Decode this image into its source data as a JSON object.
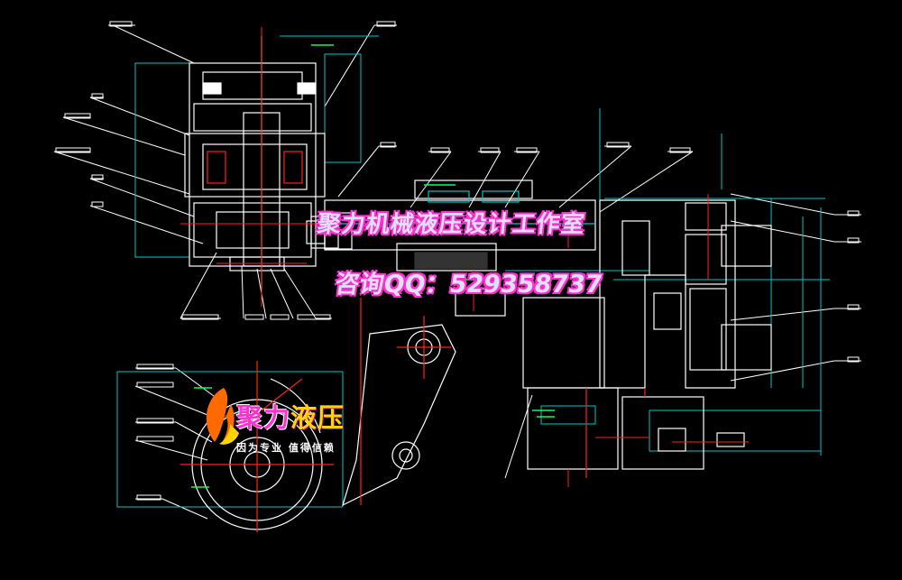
{
  "watermark": {
    "line1": "聚力机械液压设计工作室",
    "line2": "咨询QQ：529358737"
  },
  "logo": {
    "name_part1": "聚力",
    "name_part2": "液压",
    "slogan": "因为专业 值得信赖"
  },
  "colors": {
    "background": "#000000",
    "outline": "#ffffff",
    "cyan": "#00c8c8",
    "red": "#ff2020",
    "magenta": "#ff2fd0",
    "yellow": "#ffd400",
    "green": "#00ff60"
  }
}
